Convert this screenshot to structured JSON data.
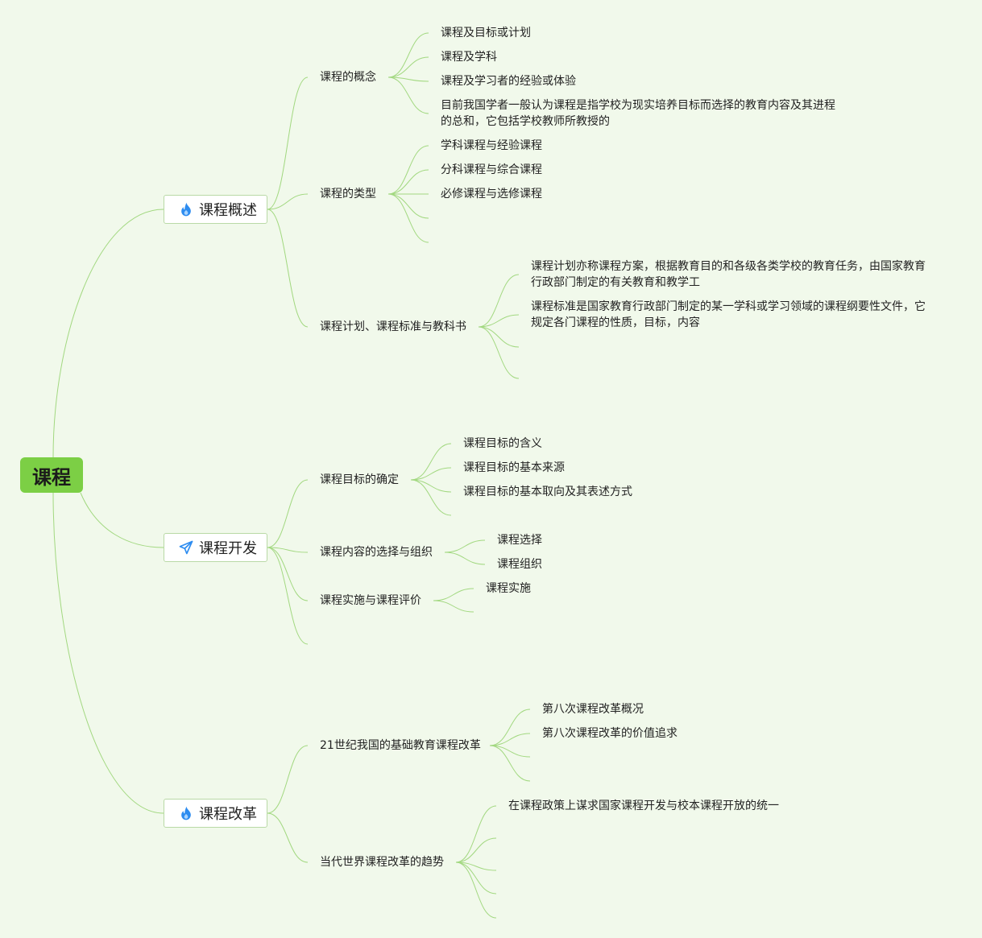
{
  "colors": {
    "background": "#f1f9eb",
    "root_fill": "#7ccf45",
    "connector": "#a2d880",
    "icon": "#2d8cf0"
  },
  "root": {
    "label": "课程"
  },
  "branches": [
    {
      "label": "课程概述",
      "icon": "fire-icon",
      "topics": [
        {
          "label": "课程的概念",
          "subtopics": [
            {
              "lines": [
                "课程及目标或计划"
              ]
            },
            {
              "lines": [
                "课程及学科"
              ]
            },
            {
              "lines": [
                "课程及学习者的经验或体验"
              ]
            },
            {
              "lines": [
                "目前我国学者一般认为课程是指学校为现实培养目标而选择的教育内容及其进程",
                "的总和，它包括学校教师所教授的"
              ]
            }
          ]
        },
        {
          "label": "课程的类型",
          "subtopics": [
            {
              "lines": [
                "学科课程与经验课程"
              ]
            },
            {
              "lines": [
                "分科课程与综合课程"
              ]
            },
            {
              "lines": [
                "必修课程与选修课程"
              ]
            }
          ]
        },
        {
          "label": "课程计划、课程标准与教科书",
          "subtopics": [
            {
              "lines": [
                "课程计划亦称课程方案，根据教育目的和各级各类学校的教育任务，由国家教育",
                "行政部门制定的有关教育和教学工"
              ]
            },
            {
              "lines": [
                "课程标准是国家教育行政部门制定的某一学科或学习领域的课程纲要性文件，它",
                "规定各门课程的性质，目标，内容"
              ]
            }
          ]
        }
      ]
    },
    {
      "label": "课程开发",
      "icon": "paper-plane-icon",
      "topics": [
        {
          "label": "课程目标的确定",
          "subtopics": [
            {
              "lines": [
                "课程目标的含义"
              ]
            },
            {
              "lines": [
                "课程目标的基本来源"
              ]
            },
            {
              "lines": [
                "课程目标的基本取向及其表述方式"
              ]
            }
          ]
        },
        {
          "label": "课程内容的选择与组织",
          "subtopics": [
            {
              "lines": [
                "课程选择"
              ]
            },
            {
              "lines": [
                "课程组织"
              ]
            }
          ]
        },
        {
          "label": "课程实施与课程评价",
          "subtopics": [
            {
              "lines": [
                "课程实施"
              ]
            }
          ]
        }
      ]
    },
    {
      "label": "课程改革",
      "icon": "fire-icon",
      "topics": [
        {
          "label": "21世纪我国的基础教育课程改革",
          "subtopics": [
            {
              "lines": [
                "第八次课程改革概况"
              ]
            },
            {
              "lines": [
                "第八次课程改革的价值追求"
              ]
            }
          ]
        },
        {
          "label": "当代世界课程改革的趋势",
          "subtopics": [
            {
              "lines": [
                "在课程政策上谋求国家课程开发与校本课程开放的统一"
              ]
            }
          ]
        }
      ]
    }
  ]
}
